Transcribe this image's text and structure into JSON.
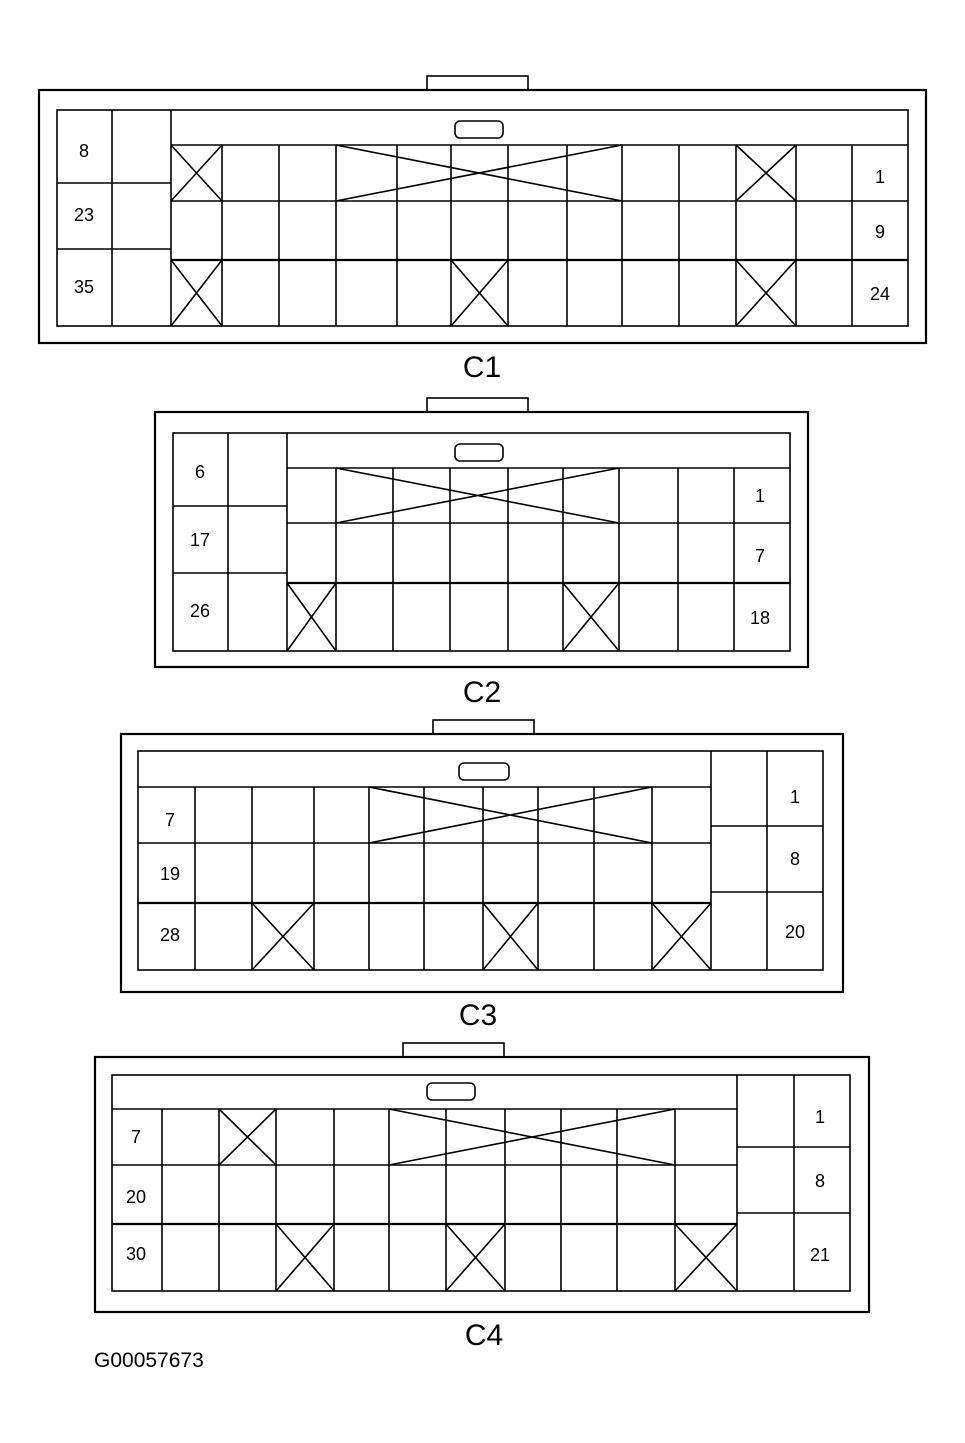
{
  "figure_id": "G00057673",
  "connectors": [
    {
      "name": "C1",
      "pins": {
        "left_top": "8",
        "left_mid": "23",
        "left_bot": "35",
        "right_top": "1",
        "right_mid": "9",
        "right_bot": "24"
      }
    },
    {
      "name": "C2",
      "pins": {
        "left_top": "6",
        "left_mid": "17",
        "left_bot": "26",
        "right_top": "1",
        "right_mid": "7",
        "right_bot": "18"
      }
    },
    {
      "name": "C3",
      "pins": {
        "left_top": "7",
        "left_mid": "19",
        "left_bot": "28",
        "right_top": "1",
        "right_mid": "8",
        "right_bot": "20"
      }
    },
    {
      "name": "C4",
      "pins": {
        "left_top": "7",
        "left_mid": "20",
        "left_bot": "30",
        "right_top": "1",
        "right_mid": "8",
        "right_bot": "21"
      }
    }
  ]
}
